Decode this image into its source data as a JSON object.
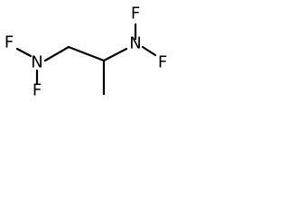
{
  "structure": {
    "atoms": {
      "f_top_left": "F",
      "n_left": "N",
      "f_bottom_left": "F",
      "f_top_right": "F",
      "n_right": "N",
      "f_right": "F"
    }
  }
}
